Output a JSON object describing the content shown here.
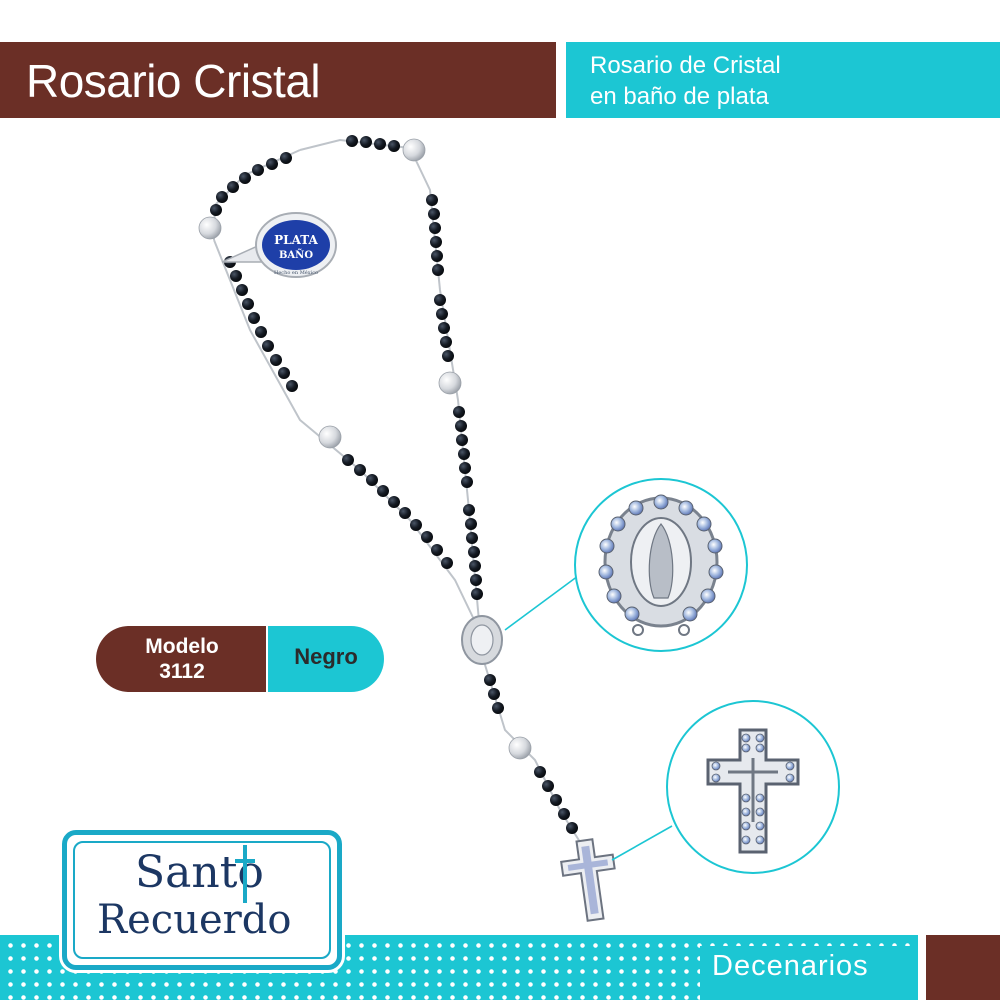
{
  "header": {
    "title": "Rosario Cristal",
    "subtitle_line1": "Rosario de Cristal",
    "subtitle_line2": "en baño de plata"
  },
  "tag": {
    "line1": "PLATA",
    "line2": "BAÑO",
    "line3": "Hecho en México"
  },
  "model": {
    "label_line1": "Modelo",
    "label_line2": "3112",
    "color": "Negro"
  },
  "logo": {
    "line1": "Santo",
    "line2": "Recuerdo"
  },
  "footer": {
    "label": "Decenarios"
  },
  "colors": {
    "brand_brown": "#6b2f26",
    "brand_teal": "#1cc6d3",
    "logo_navy": "#1c3763",
    "bead_black": "#111822",
    "silver": "#c9ccd2"
  }
}
